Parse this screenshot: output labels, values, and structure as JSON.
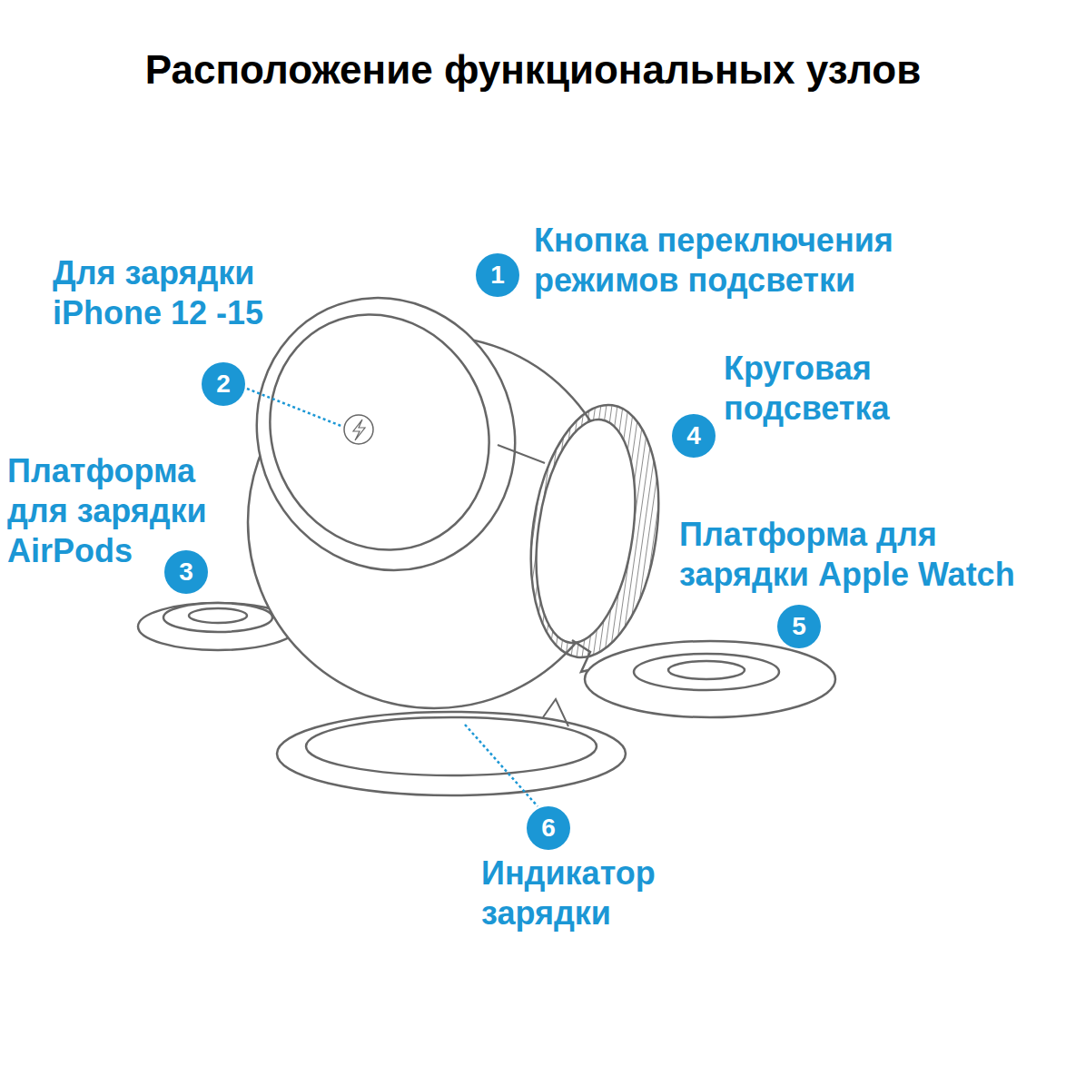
{
  "diagram": {
    "title": "Расположение функциональных узлов",
    "labels": [
      "1",
      "Кнопка переключения режимов подсветки",
      "2",
      "Для зарядки iPhone 12 -15",
      "3",
      "Платформа для зарядки AirPods",
      "4",
      "Круговая подсветка",
      "5",
      "Платформа для зарядки Apple Watch",
      "6",
      "Индикатор зарядки"
    ]
  }
}
